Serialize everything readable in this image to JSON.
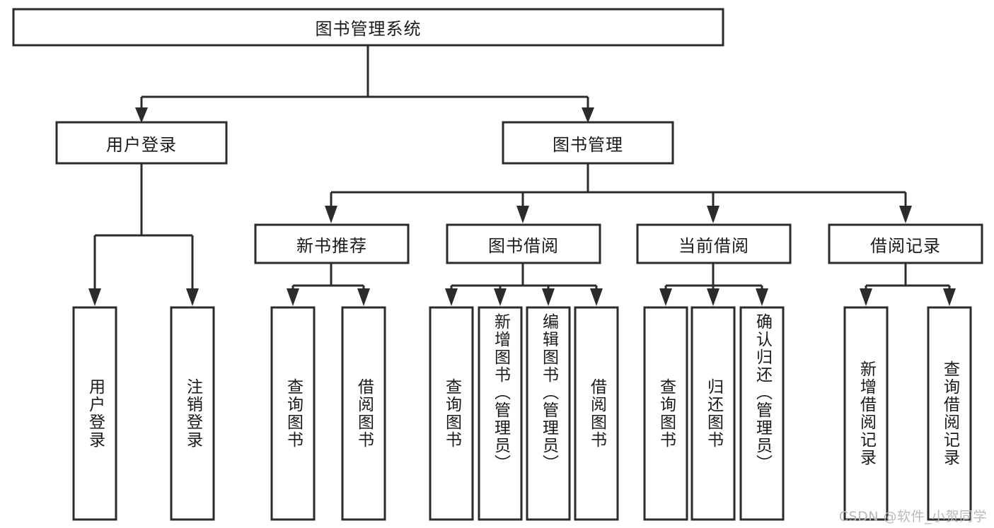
{
  "diagram": {
    "title_node": {
      "label": "图书管理系统"
    },
    "level1": [
      {
        "label": "用户登录"
      },
      {
        "label": "图书管理"
      }
    ],
    "level2": [
      {
        "label": "新书推荐"
      },
      {
        "label": "图书借阅"
      },
      {
        "label": "当前借阅"
      },
      {
        "label": "借阅记录"
      }
    ],
    "leaves": {
      "user_login": [
        {
          "label": "用户登录"
        },
        {
          "label": "注销登录"
        }
      ],
      "new_book_recommend": [
        {
          "label": "查询图书"
        },
        {
          "label": "借阅图书"
        }
      ],
      "book_borrow": [
        {
          "label": "查询图书"
        },
        {
          "label": "新增图书（管理员）"
        },
        {
          "label": "编辑图书（管理员）"
        },
        {
          "label": "借阅图书"
        }
      ],
      "current_borrow": [
        {
          "label": "查询图书"
        },
        {
          "label": "归还图书"
        },
        {
          "label": "确认归还（管理员）"
        }
      ],
      "borrow_record": [
        {
          "label": "新增借阅记录"
        },
        {
          "label": "查询借阅记录"
        }
      ]
    }
  },
  "watermark": {
    "text": "CSDN @软件_小贺同学"
  },
  "colors": {
    "stroke": "#2b2b2b",
    "fill": "#ffffff",
    "text": "#1a1a1a",
    "watermark": "#b9b9b9"
  }
}
